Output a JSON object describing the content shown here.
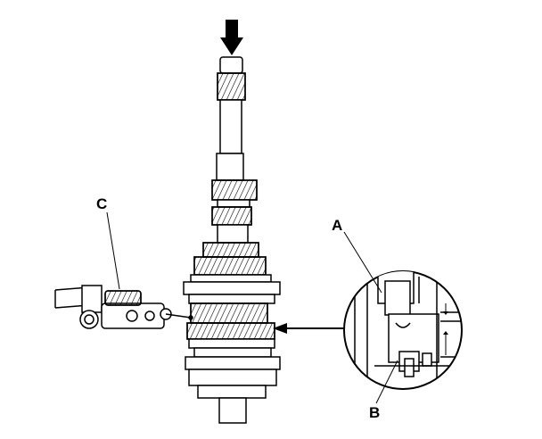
{
  "labels": {
    "a": "A",
    "b": "B",
    "c": "C"
  },
  "colors": {
    "ink": "#000000",
    "paper": "#ffffff"
  },
  "icons": [
    "down-arrow-icon",
    "pointer-arrow-icon"
  ]
}
